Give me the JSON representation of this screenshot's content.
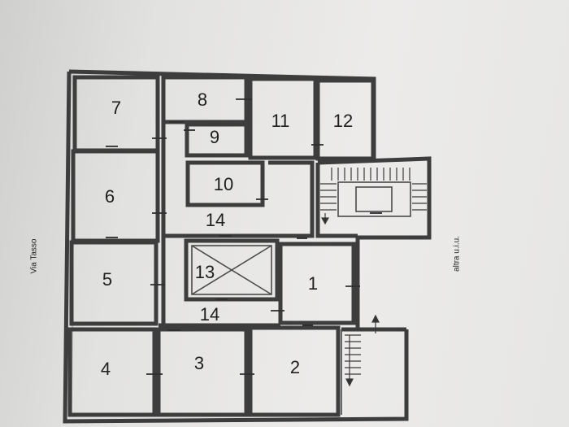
{
  "plan": {
    "street_label": "Via Tasso",
    "side_label": "altra u.i.u.",
    "rooms": [
      {
        "number": "1"
      },
      {
        "number": "2"
      },
      {
        "number": "3"
      },
      {
        "number": "4"
      },
      {
        "number": "5"
      },
      {
        "number": "6"
      },
      {
        "number": "7"
      },
      {
        "number": "8"
      },
      {
        "number": "9"
      },
      {
        "number": "10"
      },
      {
        "number": "11"
      },
      {
        "number": "12"
      },
      {
        "number": "13"
      },
      {
        "number": "14"
      },
      {
        "number": "14"
      }
    ]
  }
}
